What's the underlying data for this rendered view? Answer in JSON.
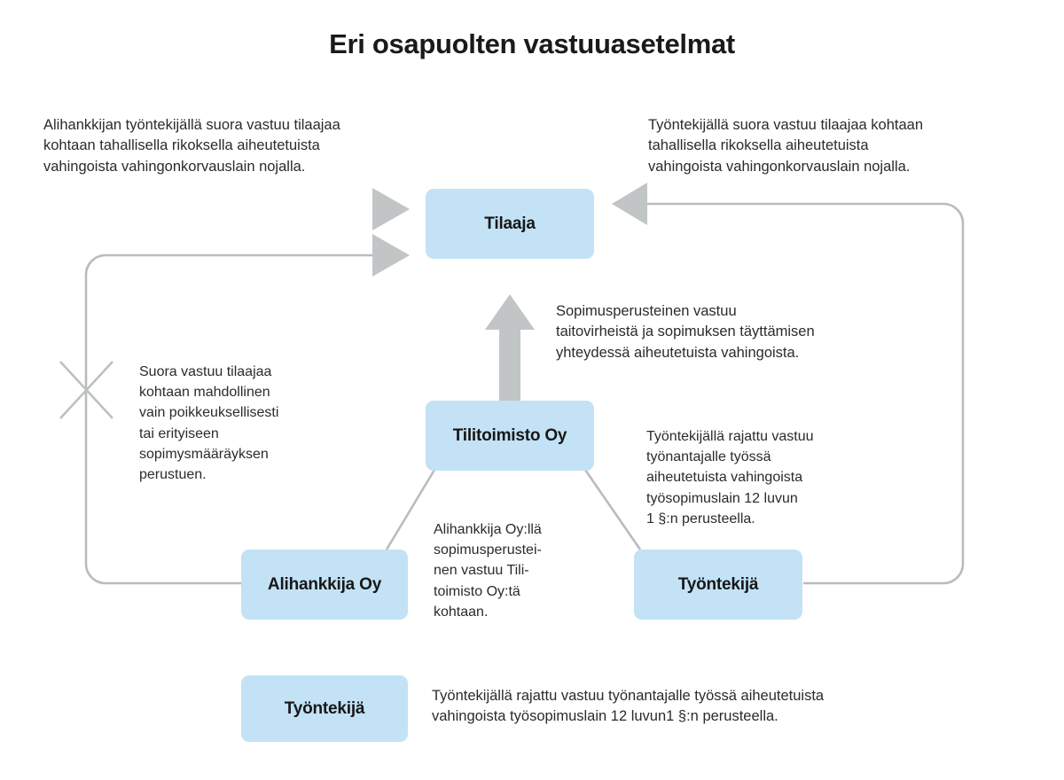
{
  "title": "Eri osapuolten vastuuasetelmat",
  "colors": {
    "node_fill": "#c3e2f5",
    "line": "#b9bcbd",
    "arrow": "#c2c5c6",
    "text": "#2b2b2b",
    "background": "#ffffff"
  },
  "nodes": [
    {
      "id": "tilaaja",
      "label": "Tilaaja"
    },
    {
      "id": "tilitoimisto",
      "label": "Tilitoimisto Oy"
    },
    {
      "id": "alihankkija",
      "label": "Alihankkija Oy"
    },
    {
      "id": "tyontekija",
      "label": "Työntekijä"
    },
    {
      "id": "tyontekija-legend",
      "label": "Työntekijä"
    }
  ],
  "notes": {
    "top_left": "Alihankkijan työntekijällä suora vastuu tilaajaa\nkohtaan tahallisella rikoksella aiheutetuista\nvahingoista vahingonkorvauslain nojalla.",
    "top_right": "Työntekijällä suora vastuu tilaajaa kohtaan\ntahallisella rikoksella aiheutetuista\nvahingoista vahingonkorvauslain nojalla.",
    "left_middle": "Suora vastuu tilaajaa\nkohtaan mahdollinen\nvain poikkeuksellisesti\ntai erityiseen\nsopimysmääräyksen\nperustuen.",
    "center_up": "Sopimusperusteinen vastuu\ntaitovirheistä ja sopimuksen täyttämisen\nyhteydessä aiheutetuista vahingoista.",
    "right_middle": "Työntekijällä rajattu vastuu\ntyönantajalle työssä\naiheutetuista vahingoista\ntyösopimuslain 12 luvun\n1 §:n perusteella.",
    "center_bottom": "Alihankkija Oy:llä\nsopimusperustei-\nnen vastuu Tili-\ntoimisto Oy:tä\nkohtaan.",
    "legend": "Työntekijällä rajattu vastuu työnantajalle työssä aiheutetuista\nvahingoista työsopimuslain 12 luvun1 §:n perusteella."
  }
}
